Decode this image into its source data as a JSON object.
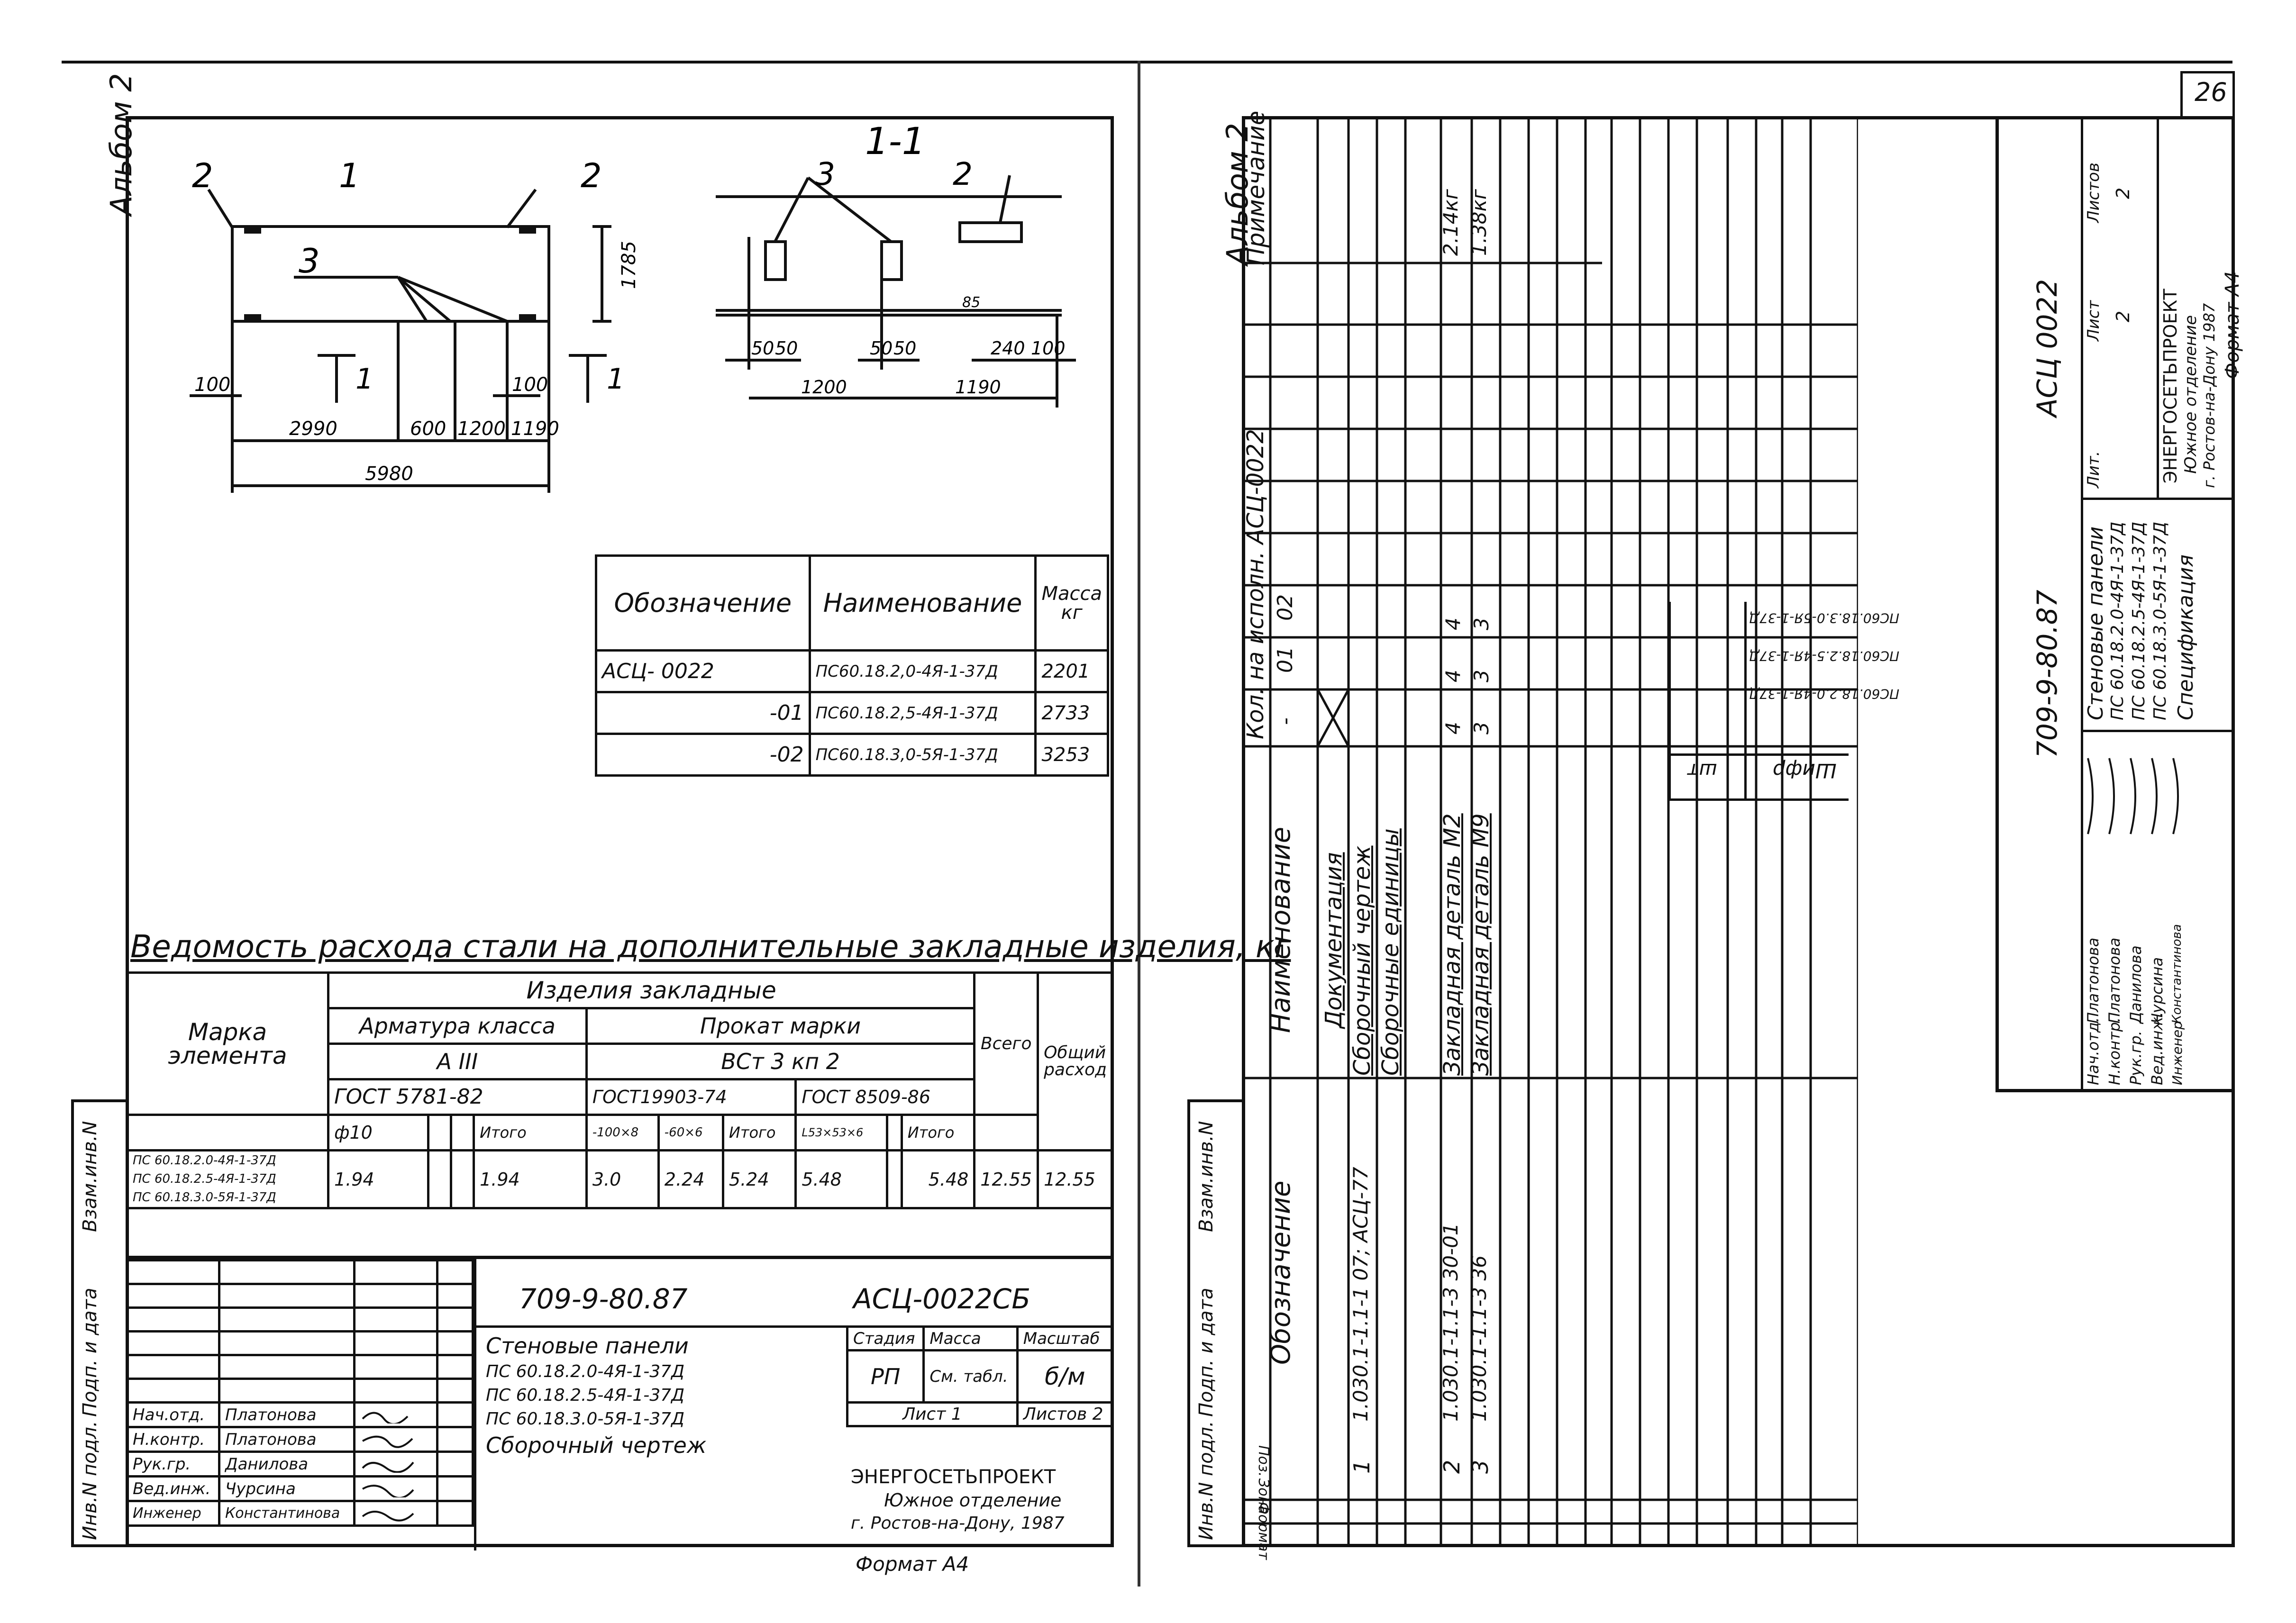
{
  "page_number": "26",
  "left_sheet": {
    "album": "Альбом 2",
    "section_title": "1-1",
    "callouts": {
      "c1": "1",
      "c2a": "2",
      "c2b": "2",
      "c3": "3",
      "c3s": "3",
      "c2s": "2",
      "cut_a": "1",
      "cut_b": "1"
    },
    "dims": {
      "h1785": "1785",
      "d100_left": "100",
      "d100_right": "100",
      "d2990": "2990",
      "d600": "600",
      "d1200": "1200",
      "d1190": "1190",
      "d5980": "5980",
      "s50a": "50",
      "s50b": "50",
      "s50c": "50",
      "s50d": "50",
      "s240": "240",
      "s100": "100",
      "s1200": "1200",
      "s1190": "1190",
      "s85": "85"
    },
    "variants_table": {
      "headers": [
        "Обозначение",
        "Наименование",
        "Масса кг"
      ],
      "rows": [
        [
          "АСЦ- 0022",
          "ПС60.18.2,0-4Я-1-37Д",
          "2201"
        ],
        [
          "-01",
          "ПС60.18.2,5-4Я-1-37Д",
          "2733"
        ],
        [
          "-02",
          "ПС60.18.3,0-5Я-1-37Д",
          "3253"
        ]
      ]
    },
    "steel_statement": {
      "title": "Ведомость расхода стали на дополнительные закладные изделия, кг",
      "mark_header": "Марка элемента",
      "items_header": "Изделия закладные",
      "armature_header": "Арматура класса",
      "armature_class": "А III",
      "rolled_header": "Прокат марки",
      "rolled_grade": "ВСт 3 кп 2",
      "gost1": "ГОСТ 5781-82",
      "gost2": "ГОСТ19903-74",
      "gost3": "ГОСТ 8509-86",
      "total_header": "Всего",
      "overall_header": "Общий расход",
      "cols": [
        "ф10",
        "",
        "",
        "Итого",
        "-100×8",
        "-60×6",
        "Итого",
        "L53×53×6",
        "",
        "Итого"
      ],
      "elements": [
        "ПС 60.18.2.0-4Я-1-37Д",
        "ПС 60.18.2.5-4Я-1-37Д",
        "ПС 60.18.3.0-5Я-1-37Д"
      ],
      "values": [
        "1.94",
        "",
        "",
        "1.94",
        "3.0",
        "2.24",
        "5.24",
        "5.48",
        "",
        "5.48",
        "12.55",
        "12.55"
      ]
    },
    "title_block": {
      "code": "709-9-80.87",
      "doc": "АСЦ-0022СБ",
      "name_lines": [
        "Стеновые панели",
        "ПС 60.18.2.0-4Я-1-37Д",
        "ПС 60.18.2.5-4Я-1-37Д",
        "ПС 60.18.3.0-5Я-1-37Д",
        "Сборочный чертеж"
      ],
      "stage_label": "Стадия",
      "mass_label": "Масса",
      "scale_label": "Масштаб",
      "stage": "РП",
      "mass": "См. табл.",
      "scale": "б/м",
      "sheet": "Лист 1",
      "sheets": "Листов 2",
      "org": [
        "ЭНЕРГОСЕТЬПРОЕКТ",
        "Южное отделение",
        "г. Ростов-на-Дону, 1987"
      ],
      "roles": [
        "Нач.отд.",
        "Н.контр.",
        "Рук.гр.",
        "Вед.инж.",
        "Инженер"
      ],
      "people": [
        "Платонова",
        "Платонова",
        "Данилова",
        "Чурсина",
        "Константинова"
      ],
      "format": "Формат А4",
      "side_labels": [
        "Инв.N подл.",
        "Подп. и дата",
        "Взам.инв.N"
      ]
    }
  },
  "right_sheet": {
    "album": "Альбом 2",
    "headers": {
      "format": "Формат",
      "zone": "Зона",
      "pos": "Поз.",
      "designation": "Обозначение",
      "name": "Наименование",
      "qty": "Кол. на исполн. АСЦ-0022",
      "qty_cols": [
        "-",
        "01",
        "02"
      ],
      "note": "Примечание"
    },
    "rows": [
      {
        "pos": "",
        "designation": "",
        "name": "Документация",
        "q": [
          "",
          "",
          ""
        ],
        "note": ""
      },
      {
        "pos": "1",
        "designation": "1.030.1-1.1-1 07; АСЦ-77",
        "name": "Сборочный чертеж",
        "q": [
          "",
          "",
          ""
        ],
        "note": ""
      },
      {
        "pos": "",
        "designation": "",
        "name": "Сборочные единицы",
        "q": [
          "",
          "",
          ""
        ],
        "note": ""
      },
      {
        "pos": "2",
        "designation": "1.030.1-1.1-3 30-01",
        "name": "Закладная деталь М2",
        "q": [
          "4",
          "4",
          "4"
        ],
        "note": "2.14кг"
      },
      {
        "pos": "3",
        "designation": "1.030.1-1.1-3 36",
        "name": "Закладная деталь М9",
        "q": [
          "3",
          "3",
          "3"
        ],
        "note": "1.38кг"
      }
    ],
    "code_box": {
      "cipher": "Шифр",
      "piece": "шт",
      "items": [
        "ПС60.18.2.0-4Я-1-37Д",
        "ПС60.18.2.5-4Я-1-37Д",
        "ПС60.18.3.0-5Я-1-37Д"
      ]
    },
    "title_block": {
      "code": "709-9-80.87",
      "doc": "АСЦ 0022",
      "name_lines": [
        "Стеновые панели",
        "ПС 60.18.2.0-4Я-1-37Д",
        "ПС 60.18.2.5-4Я-1-37Д",
        "ПС 60.18.3.0-5Я-1-37Д",
        "Спецификация"
      ],
      "lit": "Лит.",
      "sheet_label": "Лист",
      "sheets_label": "Листов",
      "sheet": "2",
      "sheets": "2",
      "org": [
        "ЭНЕРГОСЕТЬПРОЕКТ",
        "Южное отделение",
        "г. Ростов-на-Дону 1987"
      ],
      "roles": [
        "Нач.отд.",
        "Н.контр.",
        "Рук.гр.",
        "Вед.инж.",
        "Инженер"
      ],
      "people": [
        "Платонова",
        "Платонова",
        "Данилова",
        "Чурсина",
        "Константинова"
      ],
      "format": "Формат А4",
      "side_labels": [
        "Инв.N подл.",
        "Подп. и дата",
        "Взам.инв.N"
      ]
    }
  }
}
